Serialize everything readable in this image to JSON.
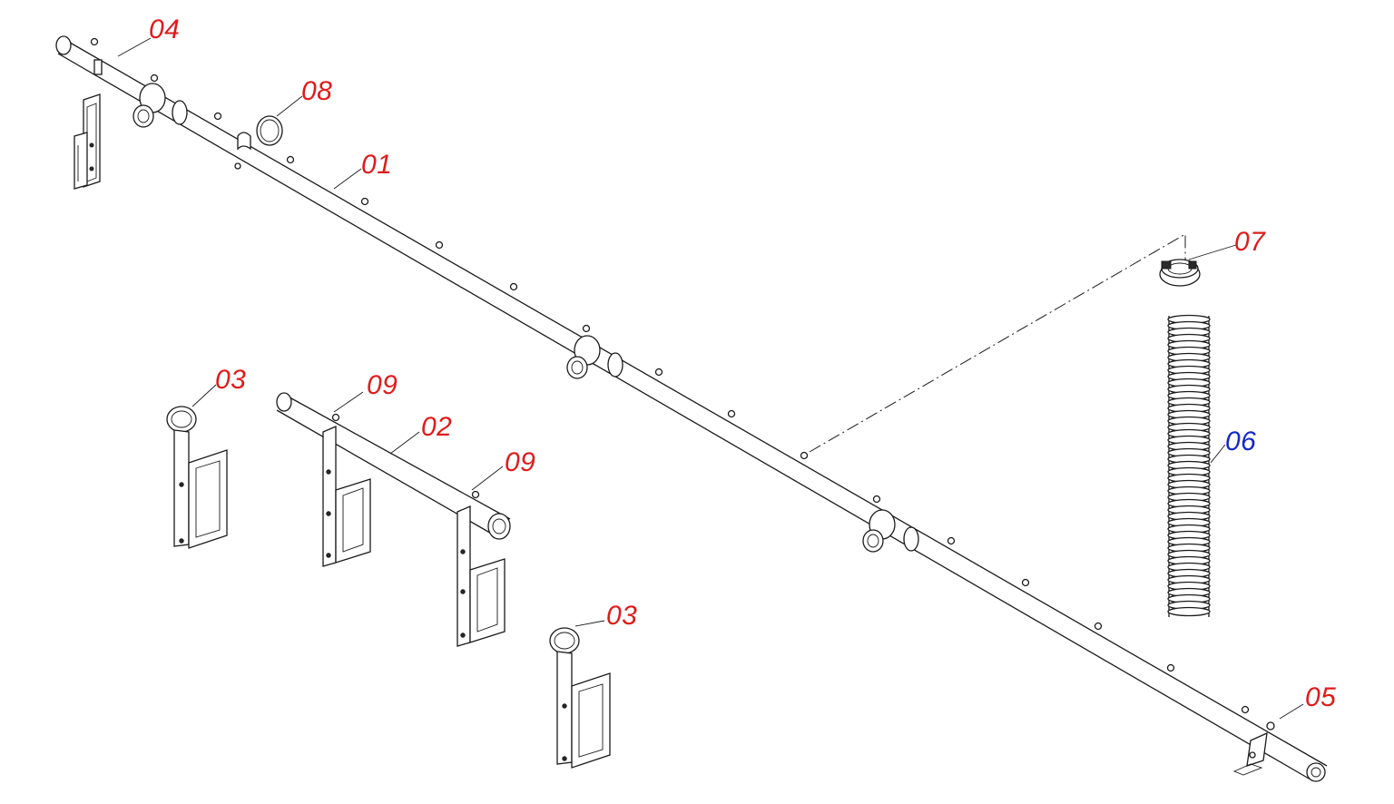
{
  "colors": {
    "callout_red": "#e01b1b",
    "callout_blue": "#1428c8",
    "linework": "#1a1a1a"
  },
  "callouts": {
    "c01": "01",
    "c02": "02",
    "c03a": "03",
    "c03b": "03",
    "c04": "04",
    "c05": "05",
    "c06": "06",
    "c07": "07",
    "c08": "08",
    "c09a": "09",
    "c09b": "09"
  }
}
